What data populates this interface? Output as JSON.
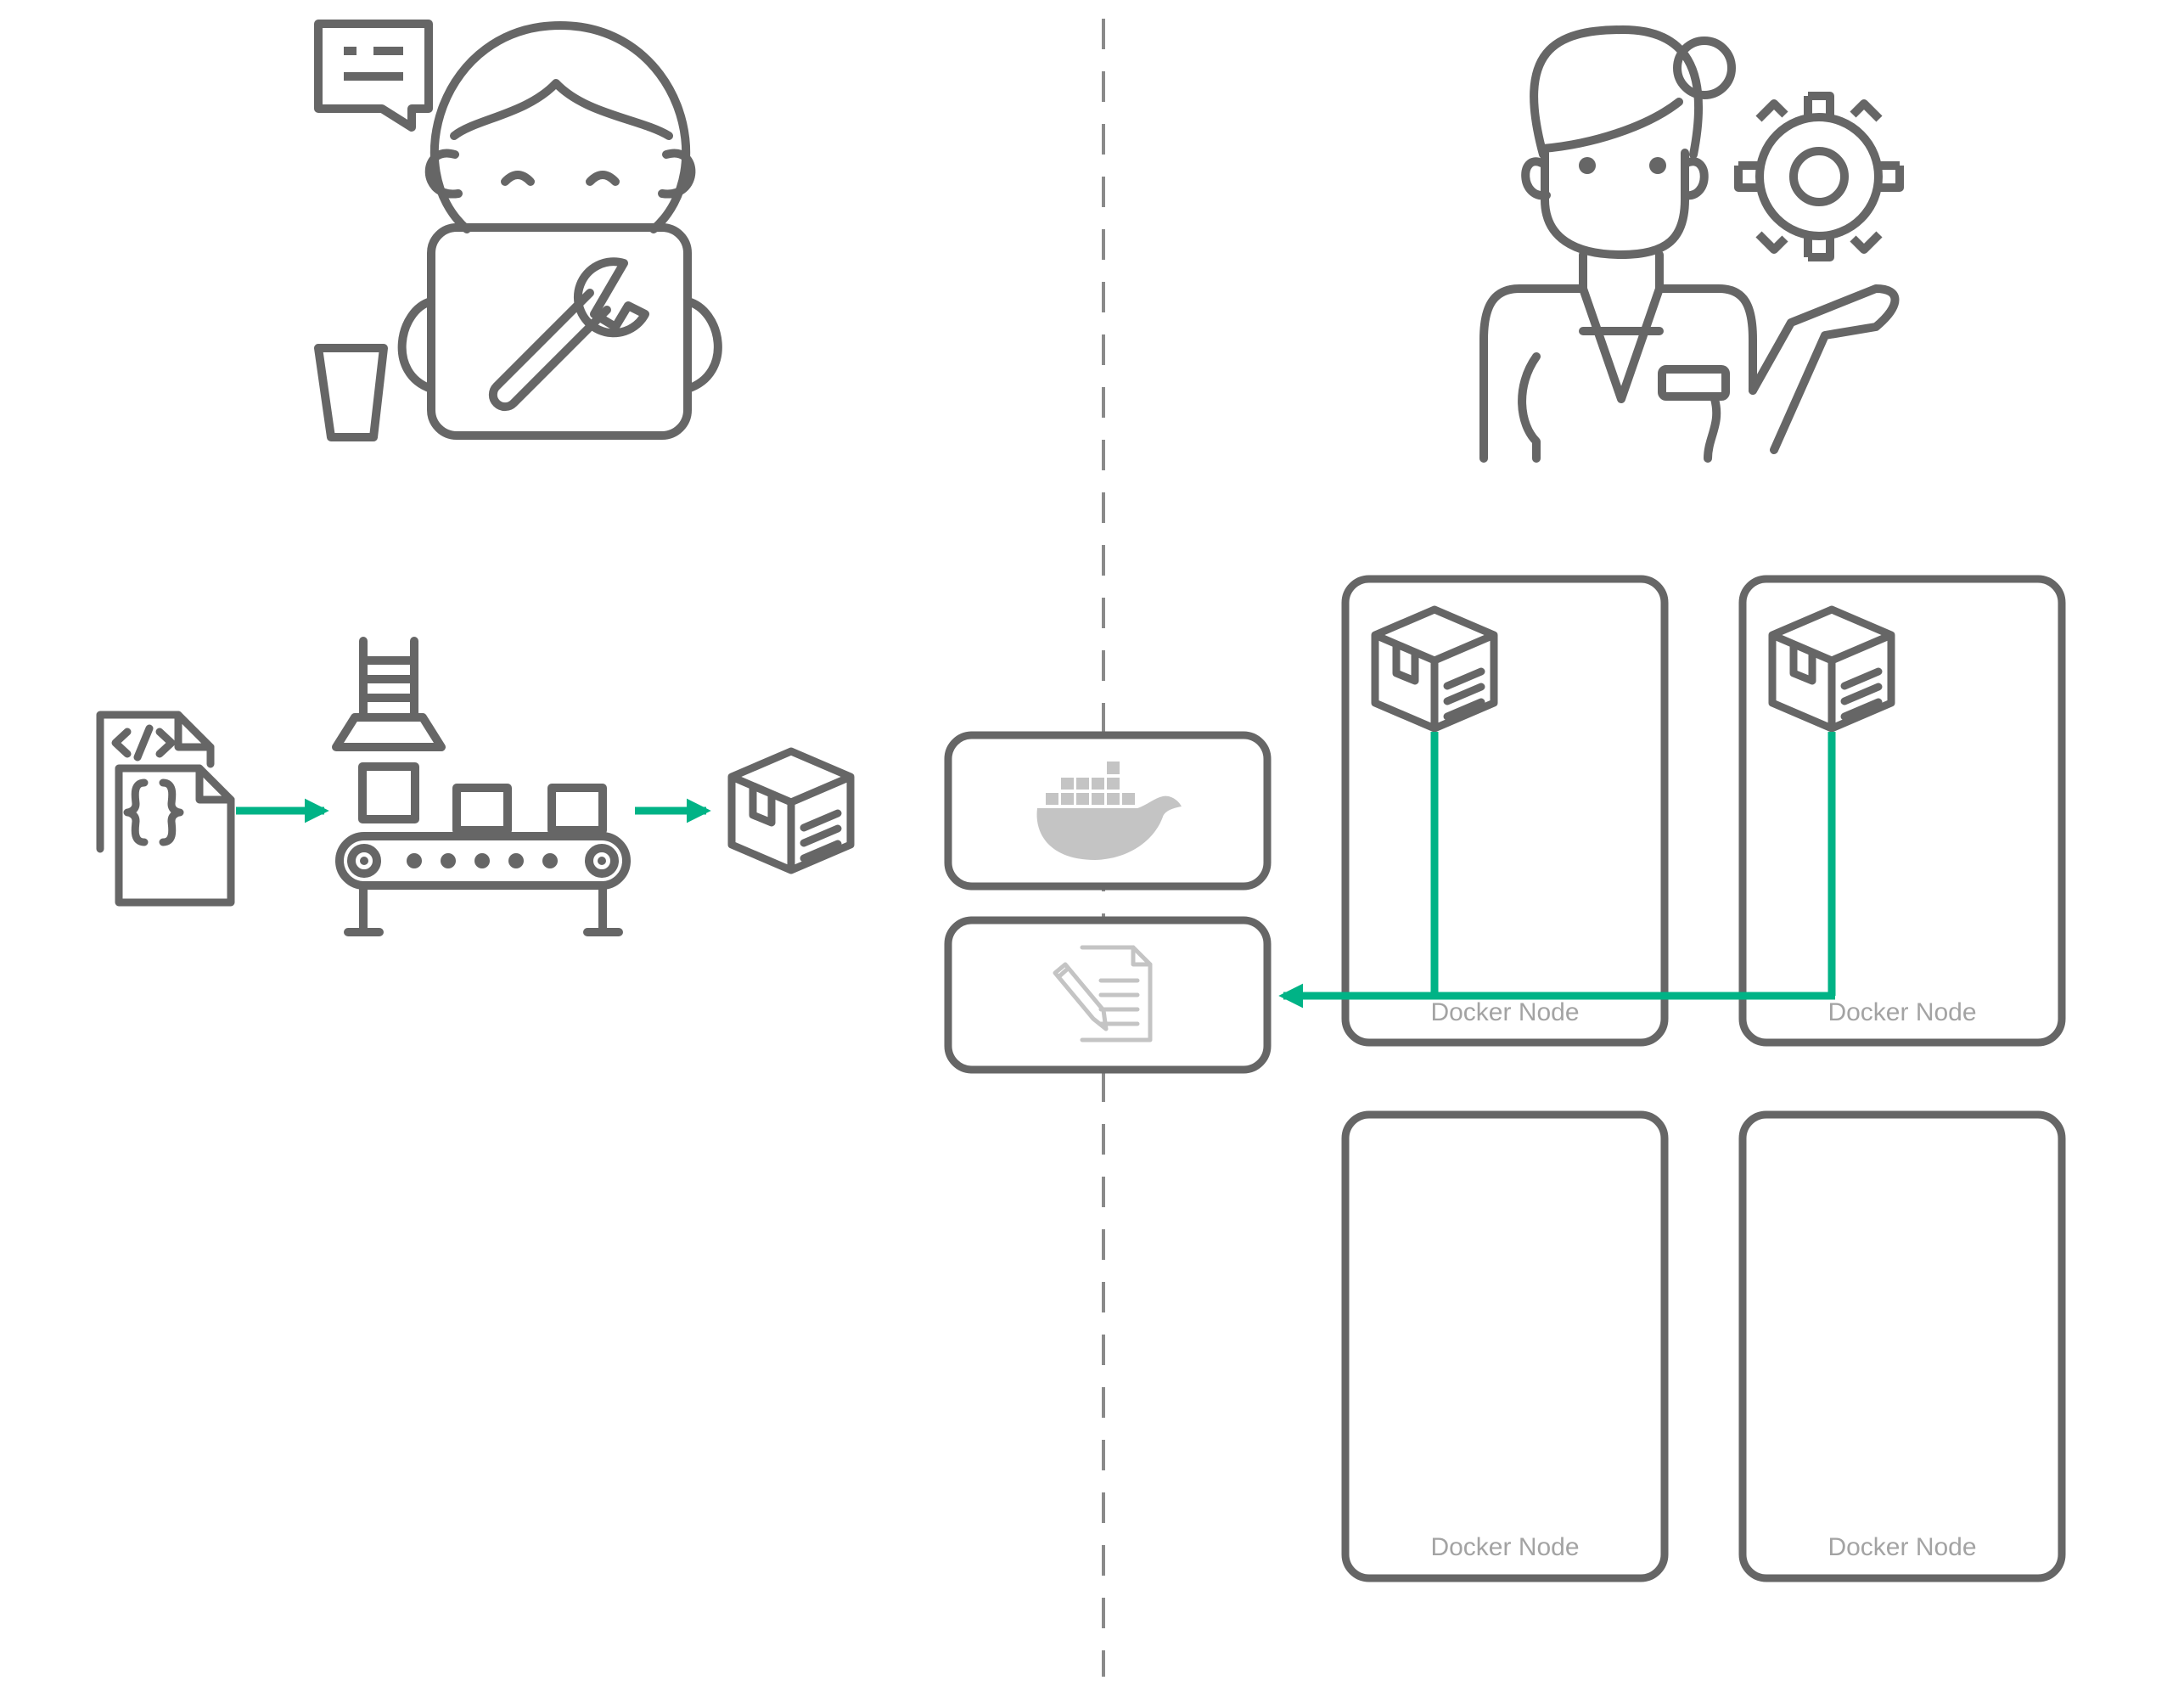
{
  "diagram": {
    "colors": {
      "icon_stroke": "#666666",
      "arrow": "#00b386",
      "docker_logo": "#c4c4c4",
      "node_label": "#a3a3a3",
      "divider": "#8a8a8a"
    },
    "icons": [
      "developer-with-laptop-icon",
      "chat-bubble-icon",
      "cup-icon",
      "wrench-icon",
      "operator-woman-icon",
      "gear-icon",
      "source-code-files-icon",
      "conveyor-build-icon",
      "package-box-icon",
      "docker-whale-icon",
      "document-pencil-icon"
    ],
    "nodes": [
      {
        "label": "Docker Node",
        "has_package": true
      },
      {
        "label": "Docker Node",
        "has_package": true
      },
      {
        "label": "Docker Node",
        "has_package": false
      },
      {
        "label": "Docker Node",
        "has_package": false
      }
    ]
  }
}
